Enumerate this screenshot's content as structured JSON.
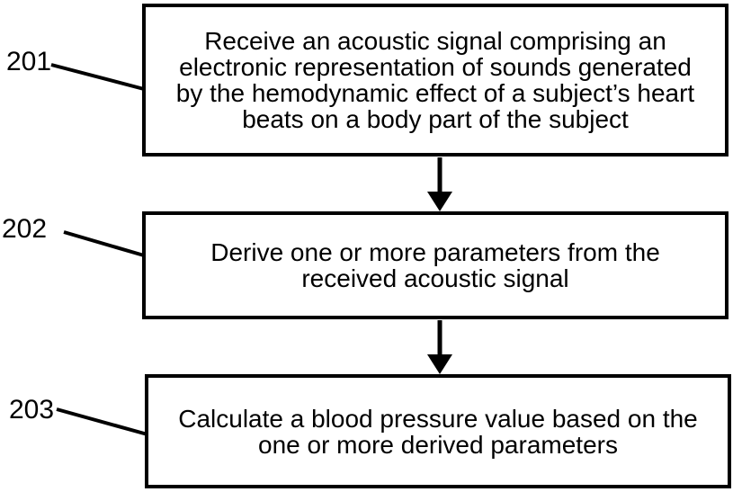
{
  "figure": {
    "background_color": "#ffffff",
    "ink_color": "#000000",
    "steps": [
      {
        "ref": "201",
        "lines": [
          "Receive an acoustic signal comprising an",
          "electronic representation of sounds generated",
          "by the hemodynamic effect of a subject’s heart",
          "beats on a body part of the subject"
        ]
      },
      {
        "ref": "202",
        "lines": [
          "Derive one or more parameters from the",
          "received acoustic signal"
        ]
      },
      {
        "ref": "203",
        "lines": [
          "Calculate a blood pressure value based on the",
          "one or more derived parameters"
        ]
      }
    ]
  }
}
